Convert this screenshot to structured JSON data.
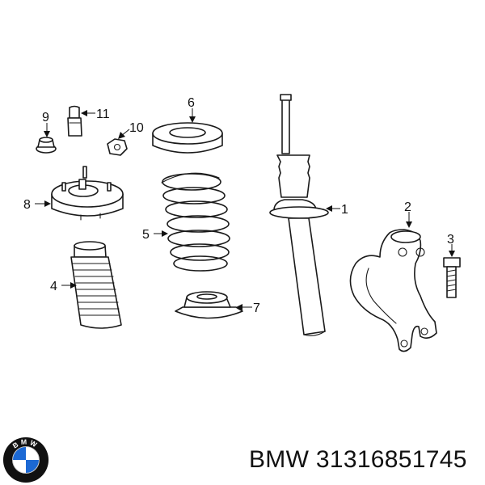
{
  "callouts": [
    {
      "id": "1",
      "label": "1"
    },
    {
      "id": "2",
      "label": "2"
    },
    {
      "id": "3",
      "label": "3"
    },
    {
      "id": "4",
      "label": "4"
    },
    {
      "id": "5",
      "label": "5"
    },
    {
      "id": "6",
      "label": "6"
    },
    {
      "id": "7",
      "label": "7"
    },
    {
      "id": "8",
      "label": "8"
    },
    {
      "id": "9",
      "label": "9"
    },
    {
      "id": "10",
      "label": "10"
    },
    {
      "id": "11",
      "label": "11"
    }
  ],
  "logo": {
    "text": "BMW",
    "colors": {
      "blue": "#1c69d4",
      "white": "#ffffff",
      "ring": "#111111"
    }
  },
  "caption": {
    "brand": "BMW",
    "part_number": "31316851745"
  }
}
